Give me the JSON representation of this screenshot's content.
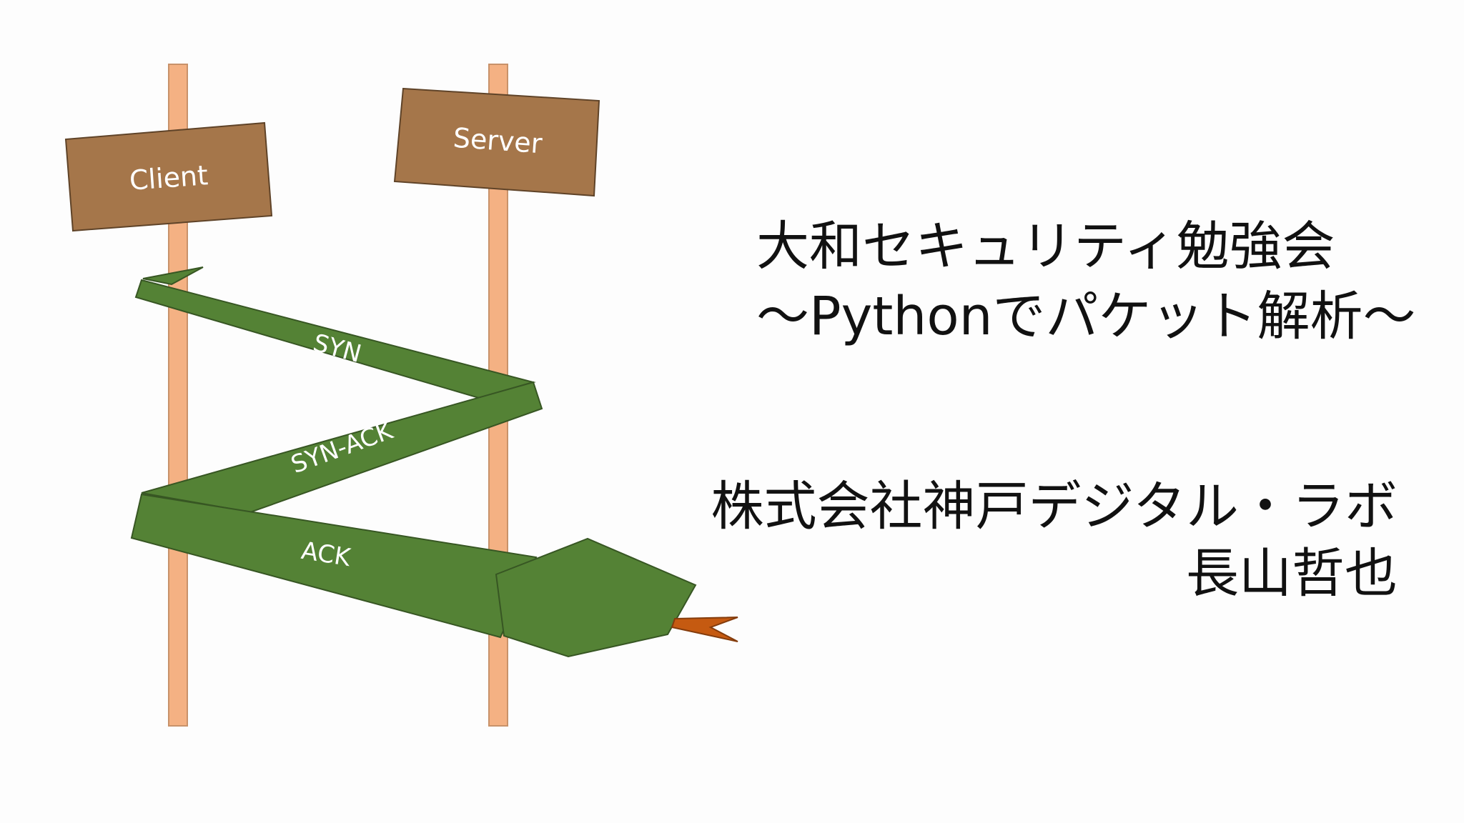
{
  "diagram": {
    "client_label": "Client",
    "server_label": "Server",
    "messages": [
      "SYN",
      "SYN-ACK",
      "ACK"
    ]
  },
  "title": {
    "line1": "大和セキュリティ勉強会",
    "line2": "〜Pythonでパケット解析〜"
  },
  "author": {
    "organization": "株式会社神戸デジタル・ラボ",
    "name": "長山哲也"
  },
  "colors": {
    "pole": "#f4b183",
    "sign": "#a5764a",
    "snake": "#548235",
    "tongue": "#c55a11"
  }
}
